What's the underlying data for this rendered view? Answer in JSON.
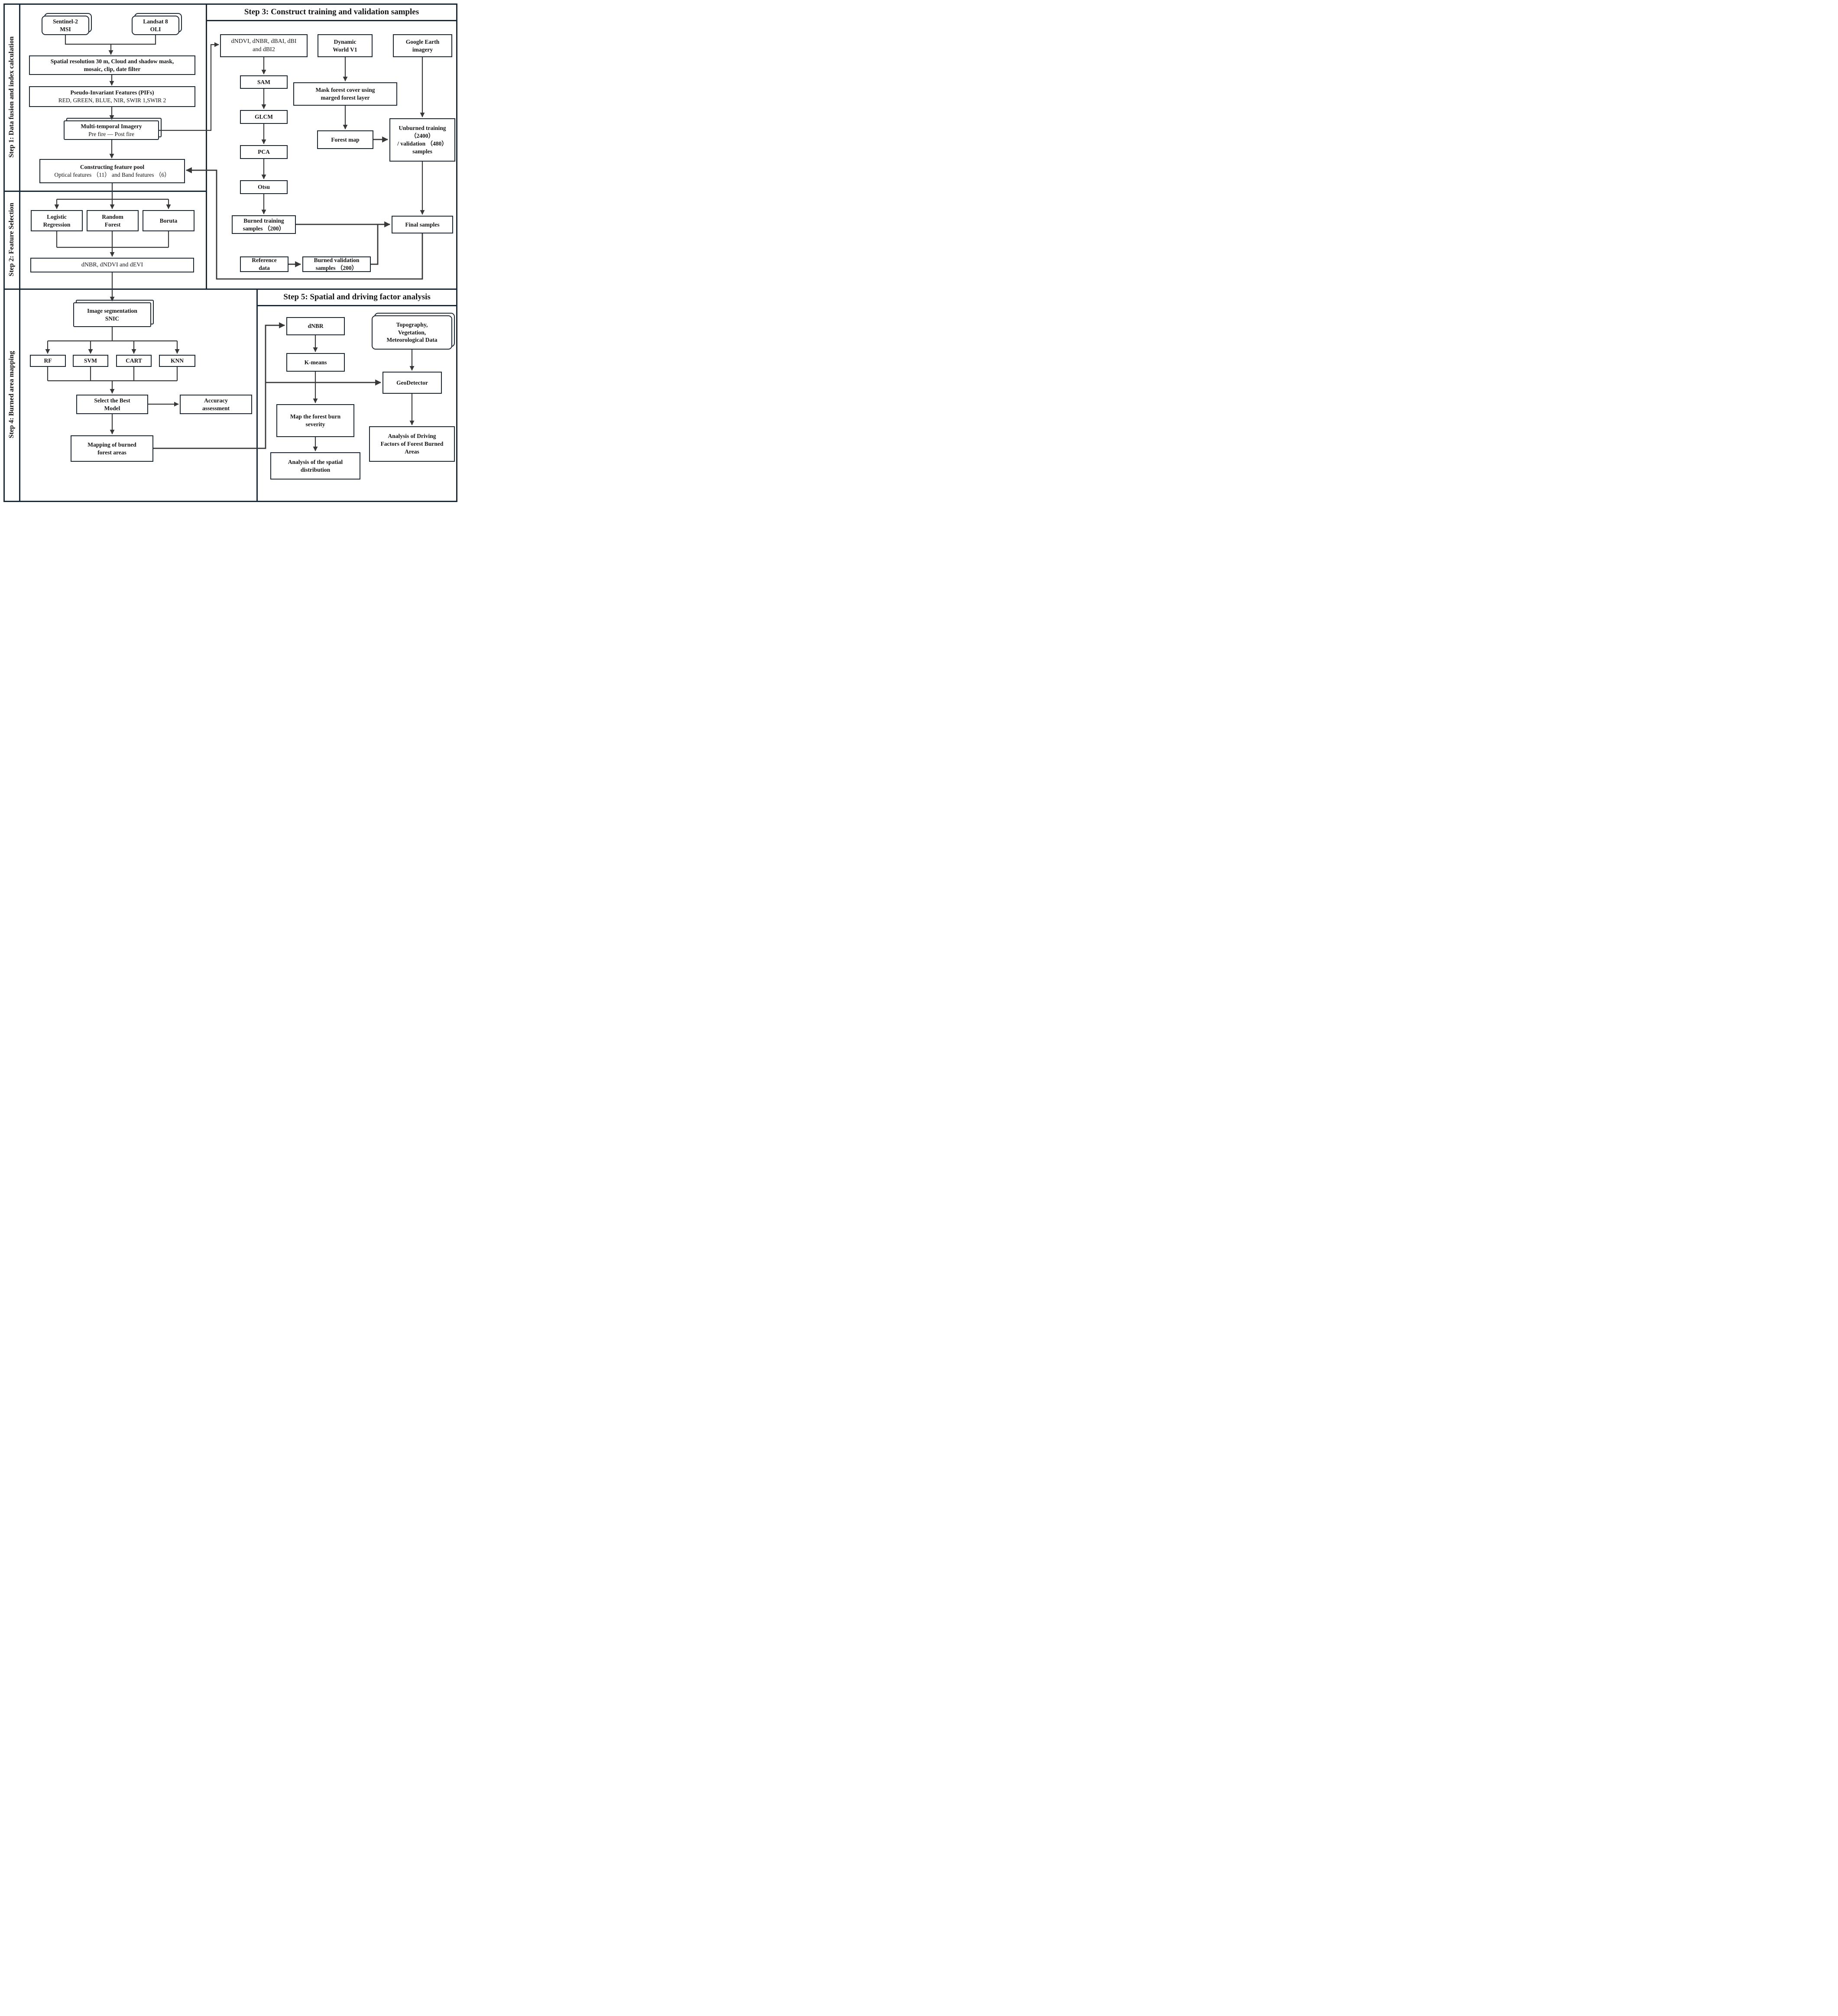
{
  "colors": {
    "panel_border": "#1b2733",
    "connector": "#383838",
    "text": "#141414",
    "background": "#ffffff"
  },
  "sidebar": {
    "step1": "Step 1: Data fusion and index calculation",
    "step2": "Step 2: Feature Selection",
    "step4": "Step 4: Burned area mapping"
  },
  "headers": {
    "step3": "Step 3: Construct training and validation samples",
    "step5": "Step 5: Spatial and driving factor analysis"
  },
  "step1": {
    "sentinel": "Sentinel-2\nMSI",
    "landsat": "Landsat 8\nOLI",
    "spatial_res": "Spatial resolution 30 m, Cloud and shadow mask,\nmosaic, clip, date filter",
    "pifs_title": "Pseudo-Invariant Features (PIFs)",
    "pifs_sub": "RED, GREEN, BLUE, NIR, SWIR 1,SWIR 2",
    "multitemporal_title": "Multi-temporal Imagery",
    "multitemporal_sub": "Pre fire — Post fire",
    "feature_pool_title": "Constructing feature pool",
    "feature_pool_sub": "Optical features （11） and Band features （6）"
  },
  "step2": {
    "logistic": "Logistic\nRegression",
    "random_forest": "Random\nForest",
    "boruta": "Boruta",
    "selected_indices": "dNBR, dNDVI and dEVI"
  },
  "step3": {
    "indices": "dNDVI, dNBR, dBAI, dBI\nand dBI2",
    "dynamic_world": "Dynamic\nWorld V1",
    "google_earth": "Google Earth\nimagery",
    "sam": "SAM",
    "glcm": "GLCM",
    "pca": "PCA",
    "otsu": "Otsu",
    "mask_forest": "Mask forest cover using\nmarged forest layer",
    "forest_map": "Forest map",
    "unburned": "Unburned training\n（2400）\n/ validation （480）\nsamples",
    "burned_training": "Burned training\nsamples （200）",
    "reference": "Reference\ndata",
    "burned_validation": "Burned validation\nsamples （200）",
    "final_samples": "Final samples"
  },
  "step4": {
    "snic": "Image segmentation\nSNIC",
    "rf": "RF",
    "svm": "SVM",
    "cart": "CART",
    "knn": "KNN",
    "select_best": "Select the Best\nModel",
    "accuracy": "Accuracy\nassessment",
    "mapping": "Mapping of  burned\nforest areas"
  },
  "step5": {
    "dnbr": "dNBR",
    "kmeans": "K-means",
    "topography": "Topography,\nVegetation,\nMeteorological Data",
    "geodetector": "GeoDetector",
    "map_severity": "Map the forest burn\nseverity",
    "spatial_dist": "Analysis of the spatial\ndistribution",
    "driving": "Analysis of Driving\nFactors of Forest Burned\nAreas"
  }
}
